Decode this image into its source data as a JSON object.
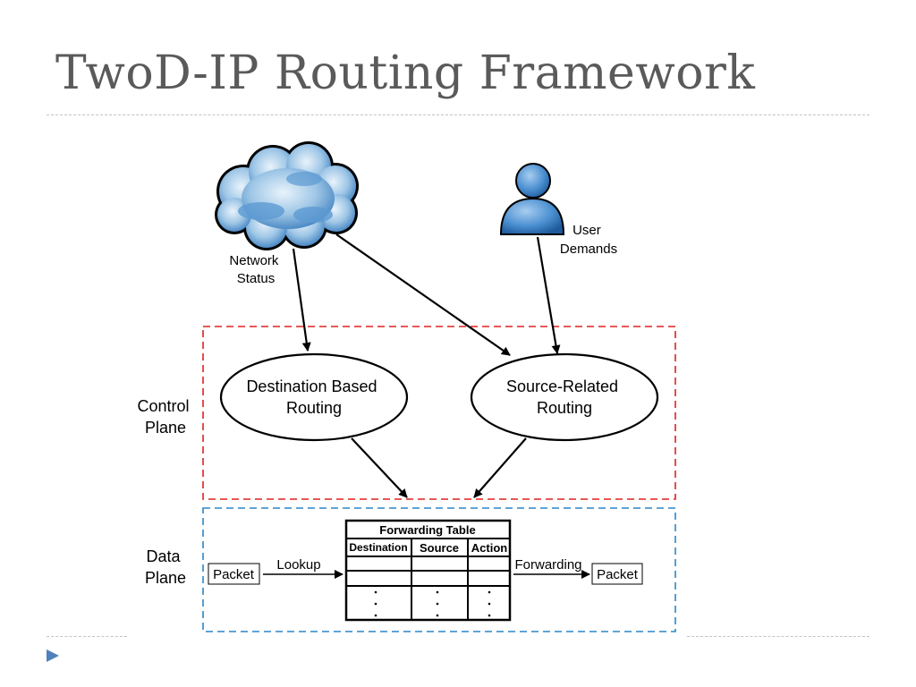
{
  "slide": {
    "title": "TwoD-IP Routing Framework"
  },
  "diagram": {
    "network_status": "Network\nStatus",
    "user_demands": "User\nDemands",
    "control_plane": "Control\nPlane",
    "data_plane": "Data\nPlane",
    "dest_routing": "Destination Based\nRouting",
    "src_routing": "Source-Related\nRouting",
    "forwarding_table": {
      "title": "Forwarding Table",
      "columns": [
        "Destination",
        "Source",
        "Action"
      ]
    },
    "packet_in": "Packet",
    "packet_out": "Packet",
    "lookup": "Lookup",
    "forwarding": "Forwarding",
    "colors": {
      "control_plane_border": "#e02020",
      "data_plane_border": "#2a86c8",
      "title": "#5a5a5a",
      "bullet": "#4f81bd"
    }
  }
}
